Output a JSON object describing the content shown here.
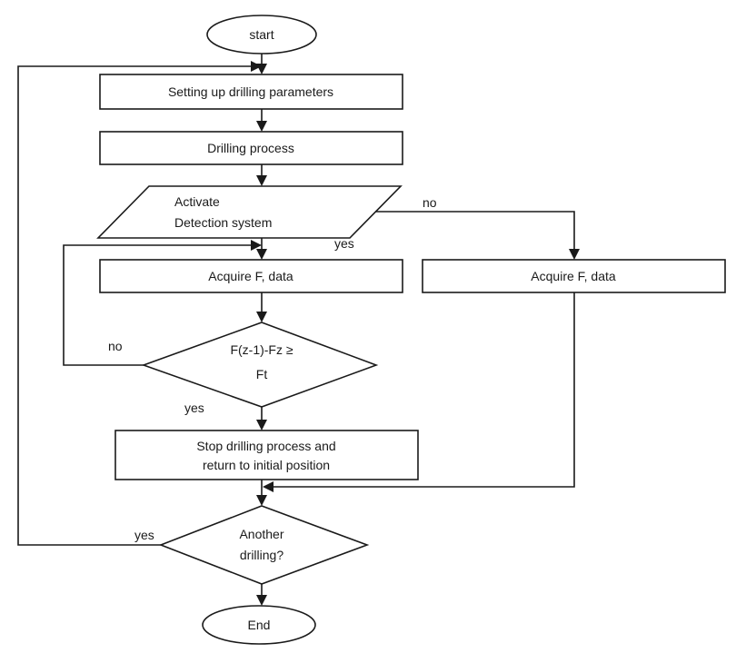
{
  "nodes": {
    "start": "start",
    "setup": "Setting up drilling parameters",
    "drilling": "Drilling process",
    "activate_line1": "Activate",
    "activate_line2": "Detection system",
    "acquire_left": "Acquire F,  data",
    "acquire_right": "Acquire F, data",
    "decision_line1": "F(z-1)-Fz ≥",
    "decision_line2": "Ft",
    "stop_line1": "Stop drilling process and",
    "stop_line2": "return to initial position",
    "another_line1": "Another",
    "another_line2": "drilling?",
    "end": "End"
  },
  "edge_labels": {
    "activate_no": "no",
    "activate_yes": "yes",
    "decision_no": "no",
    "decision_yes": "yes",
    "another_yes": "yes"
  }
}
